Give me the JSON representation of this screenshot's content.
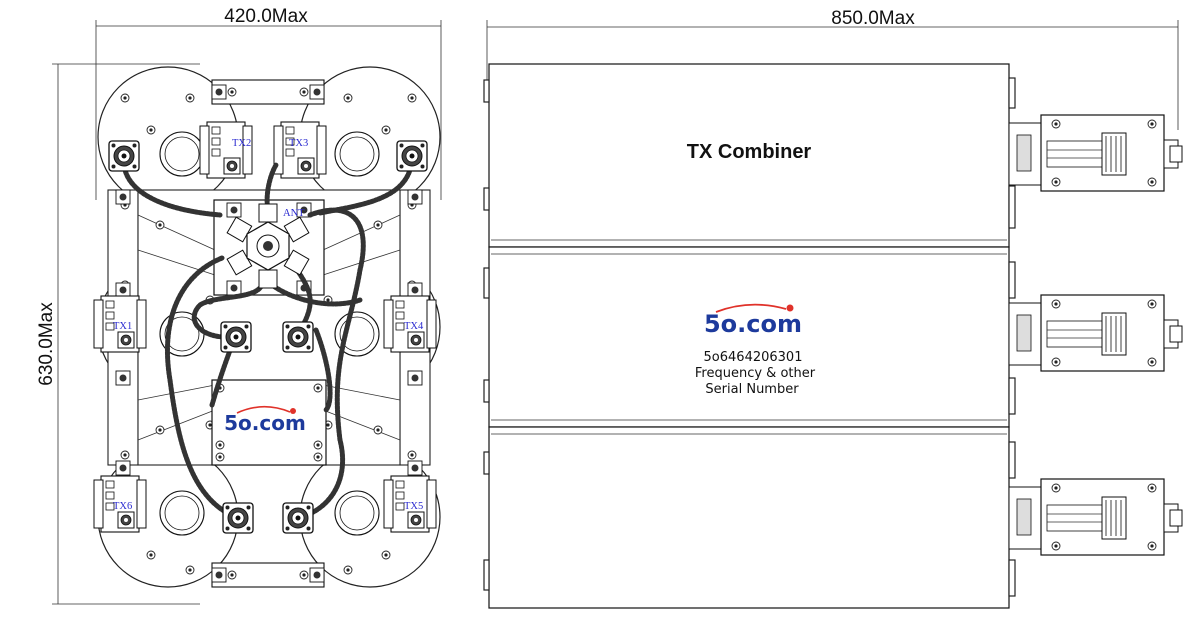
{
  "dimensions": {
    "width_label": "420.0Max",
    "height_label": "630.0Max",
    "length_label": "850.0Max"
  },
  "ports": {
    "tx1": "TX1",
    "tx2": "TX2",
    "tx3": "TX3",
    "tx4": "TX4",
    "tx5": "TX5",
    "tx6": "TX6",
    "ant": "ANT"
  },
  "top_view": {
    "logo": "5o.com"
  },
  "side_view": {
    "title": "TX Combiner",
    "logo": "5o.com",
    "serial": "5o6464206301",
    "label_line1": "Frequency & other",
    "label_line2": "Serial Number"
  },
  "colors": {
    "port_label": "#2a2ad0",
    "logo_blue": "#1d3a9c",
    "logo_dot": "#e0322a",
    "line": "#222222"
  },
  "icons": [
    "bolt-icon",
    "n-connector-icon",
    "logo-dot-icon"
  ]
}
